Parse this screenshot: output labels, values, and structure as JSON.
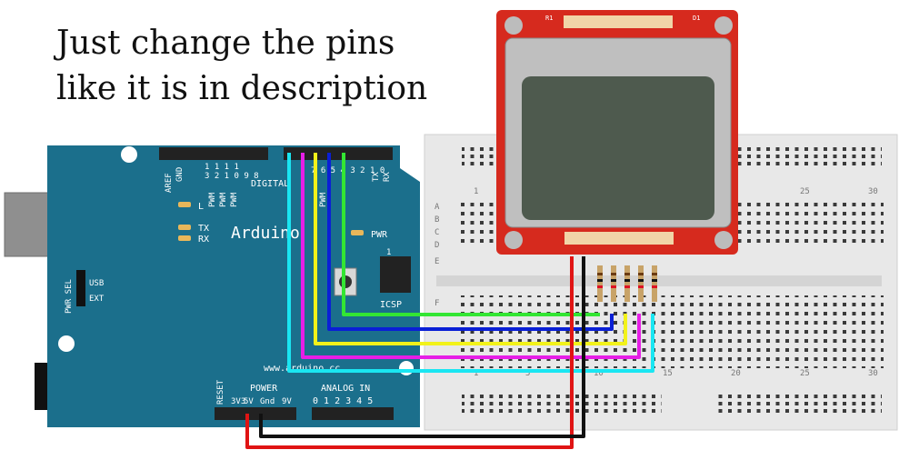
{
  "caption": {
    "line1": "Just change the pins",
    "line2": "like it is in description"
  },
  "arduino": {
    "brand": "Arduino",
    "website": "www.arduino.cc",
    "labels": {
      "aref": "AREF",
      "gnd": "GND",
      "digital": "DIGITAL",
      "pwm": "PWM",
      "tx": "TX",
      "rx": "RX",
      "led_l": "L",
      "pwr": "PWR",
      "icsp": "ICSP",
      "pwr_sel": "PWR SEL",
      "usb": "USB",
      "ext": "EXT",
      "reset": "RESET",
      "power": "POWER",
      "analog_in": "ANALOG IN",
      "v3": "3V3",
      "v5": "5V",
      "gnd_lower": "Gnd",
      "v9": "9V",
      "analog_nums": "0 1 2 3 4 5",
      "digital_nums_a": "1 1 1 1",
      "digital_nums_b": "3 2 1 0 9 8",
      "digital_nums_c": "7 6 5 4 3 2 1 0",
      "icsp_one": "1"
    },
    "colors": {
      "board": "#1b6f8c",
      "header": "#222222"
    }
  },
  "lcd": {
    "colors": {
      "pcb": "#d62a1e",
      "frame": "#bfbfbf",
      "screen": "#4e5a4e"
    },
    "labels": {
      "d1": "D1",
      "r1": "R1"
    }
  },
  "breadboard": {
    "row_labels": [
      "A",
      "B",
      "C",
      "D",
      "E",
      "F"
    ],
    "column_labels": [
      "1",
      "5",
      "10",
      "15",
      "20",
      "25",
      "30"
    ],
    "colors": {
      "body": "#e8e8e8",
      "hole": "#3a3a3a"
    }
  },
  "wires": [
    {
      "name": "green",
      "color": "#33e633"
    },
    {
      "name": "blue",
      "color": "#0a1fd6"
    },
    {
      "name": "yellow",
      "color": "#f2f21a"
    },
    {
      "name": "magenta",
      "color": "#e61ee6"
    },
    {
      "name": "cyan",
      "color": "#1ae6f2"
    },
    {
      "name": "red",
      "color": "#e01414"
    },
    {
      "name": "black",
      "color": "#111111"
    }
  ]
}
